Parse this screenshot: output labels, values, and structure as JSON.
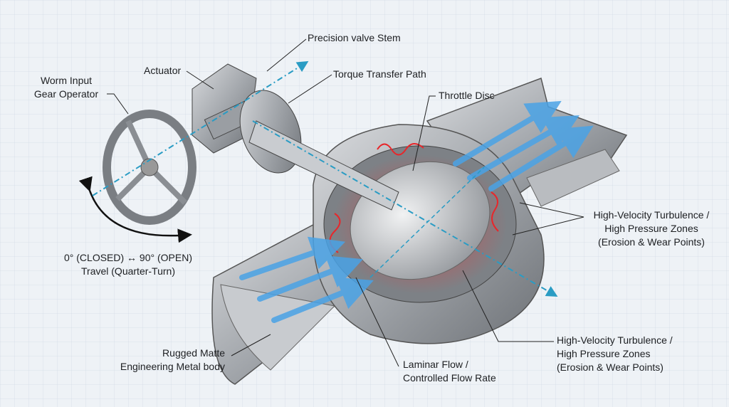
{
  "labels": {
    "stem": "Precision valve Stem",
    "actuator": "Actuator",
    "worm": [
      "Worm  Input",
      "Gear Operator"
    ],
    "torque": "Torque Transfer Path",
    "disc": "Throttle Disc",
    "turbulence_upper": [
      "High-Velocity Turbulence /",
      "High Pressure Zones",
      "(Erosion & Wear Points)"
    ],
    "turbulence_lower": [
      "High-Velocity Turbulence /",
      "High Pressure Zones",
      "(Erosion & Wear Points)"
    ],
    "travel": [
      "0° (CLOSED) ↔ 90° (OPEN)",
      "Travel (Quarter-Turn)"
    ],
    "body": [
      "Rugged Matte",
      "Engineering Metal body"
    ],
    "laminar": [
      "Laminar Flow /",
      "Controlled Flow Rate"
    ]
  },
  "colors": {
    "background": "#eef2f6",
    "grid": "#d3dce6",
    "metal": "#a9adb2",
    "flow": "#4aa3e6",
    "turbulence": "#e8262a",
    "axis": "#2a9cc4"
  }
}
